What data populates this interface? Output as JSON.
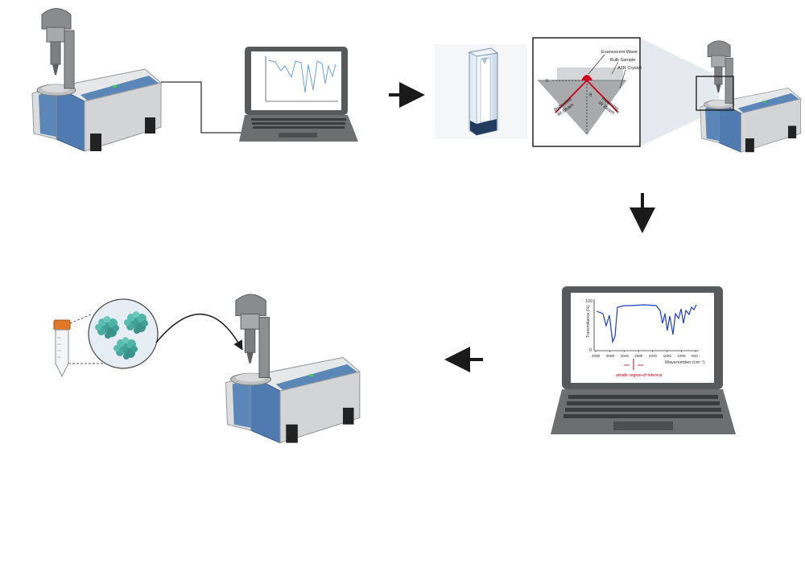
{
  "atr_inset": {
    "evanescent_wave": "Evanescent Wave",
    "bulk_sample": "Bulk Sample",
    "atr_crystal": "ATR Crystal",
    "reflected_beam": "Reflected\nIR Beam",
    "incoming_beam": "Incoming\nIR Beam",
    "n1_symbol": "n",
    "theta_symbol": "θ"
  },
  "spectrum": {
    "y_axis_label": "Transmittance (%)",
    "y_top_tick": "100",
    "y_bottom_tick": "0",
    "x_ticks": [
      "4000",
      "3500",
      "3000",
      "2500",
      "2000",
      "1500",
      "1000",
      "500"
    ],
    "x_axis_label": "Wavenumber (cm⁻¹)",
    "red_annotation": "amide region of interest"
  },
  "colors": {
    "instrument_blue": "#5b86b8",
    "instrument_body": "#d9dadc",
    "protein": "#3f9f95",
    "tube_cap": "#e0782a",
    "beam_red": "#d0021b",
    "spectrum_blue": "#1f3fbf",
    "laptop_frame": "#58595b",
    "arrow": "#1a1a1a"
  },
  "icons": {
    "instrument": "ftir-spectrometer-icon",
    "laptop": "laptop-icon",
    "cuvette": "cuvette-icon",
    "tube": "centrifuge-tube-icon",
    "protein": "protein-molecule-icon"
  }
}
